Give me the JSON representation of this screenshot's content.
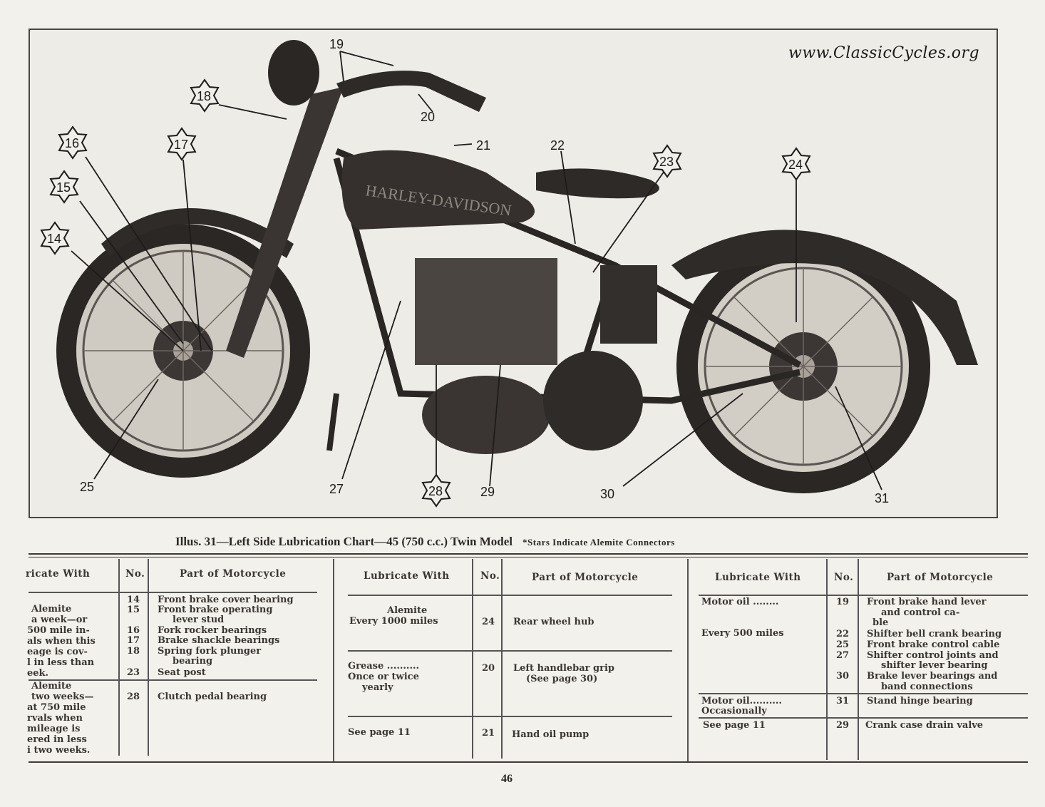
{
  "watermark_url": "www.ClassicCycles.org",
  "illustration": {
    "tank_brand": "HARLEY-DAVIDSON",
    "callouts_star": [
      "14",
      "15",
      "16",
      "17",
      "18",
      "23",
      "24",
      "28"
    ],
    "callouts_plain": [
      "19",
      "20",
      "21",
      "22",
      "25",
      "27",
      "29",
      "30",
      "31"
    ]
  },
  "caption": {
    "title": "Illus. 31—Left Side Lubrication Chart—45 (750 c.c.) Twin Model",
    "note": "*Stars Indicate Alemite Connectors"
  },
  "table1": {
    "headers": [
      "ricate With",
      "No.",
      "Part of Motorcycle"
    ],
    "lubricant_lines": [
      "Alemite",
      "a week—or",
      "500 mile in-",
      "als when this",
      "eage is cov-",
      "l in less than",
      "eek.",
      "Alemite",
      "two weeks—",
      "at 750 mile",
      "rvals when",
      "mileage is",
      "ered in less",
      "i two weeks."
    ],
    "numbers": [
      "14",
      "15",
      "16",
      "17",
      "18",
      "23",
      "28"
    ],
    "parts": [
      "Front brake cover bearing",
      "Front brake operating",
      "lever stud",
      "Fork rocker bearings",
      "Brake shackle bearings",
      "Spring fork plunger",
      "bearing",
      "Seat post",
      "Clutch pedal bearing"
    ]
  },
  "table2": {
    "headers": [
      "Lubricate With",
      "No.",
      "Part of Motorcycle"
    ],
    "rows": [
      {
        "lub1": "Alemite",
        "lub2": "Every  1000  miles",
        "lub3": "",
        "no": "24",
        "part": "Rear wheel hub",
        "part2": ""
      },
      {
        "lub1": "Grease ..........",
        "lub2": "Once or twice",
        "lub3": "yearly",
        "no": "20",
        "part": "Left handlebar grip",
        "part2": "(See page 30)"
      },
      {
        "lub1": "See page 11",
        "lub2": "",
        "lub3": "",
        "no": "21",
        "part": "Hand oil pump",
        "part2": ""
      }
    ]
  },
  "table3": {
    "headers": [
      "Lubricate With",
      "No.",
      "Part of Motorcycle"
    ],
    "lubricant_lines": [
      "Motor oil ........",
      "Every 500 miles",
      "Motor oil..........",
      "Occasionally",
      "See page 11"
    ],
    "numbers": [
      "19",
      "22",
      "25",
      "27",
      "30",
      "31",
      "29"
    ],
    "parts": [
      "Front brake hand lever",
      "and control ca-",
      "ble",
      "Shifter bell crank bearing",
      "Front brake control cable",
      "Shifter control joints and",
      "shifter lever bearing",
      "Brake lever bearings and",
      "band connections",
      "Stand hinge bearing",
      "Crank case drain valve"
    ]
  },
  "page_number": "46"
}
